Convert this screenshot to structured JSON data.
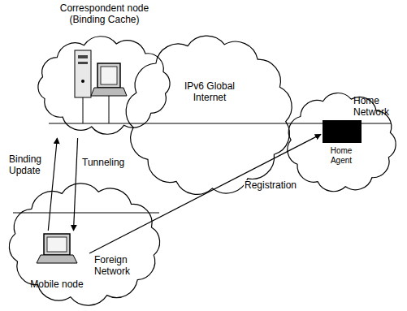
{
  "diagram": {
    "nodes": [
      {
        "text": [
          "Correspondent node (Binding Cache)"
        ]
      },
      {
        "text": [
          "IPv6 Global Internet"
        ]
      },
      {
        "text": [
          "Home Network"
        ]
      },
      {
        "text": [
          "Home Agent"
        ],
        "in": 2
      },
      {
        "text": [
          "Foreign Network"
        ]
      },
      {
        "text": [
          "Mobile node"
        ],
        "in": 4
      }
    ],
    "edges": [
      {
        "from": 5,
        "to": 0,
        "label": "Binding Update",
        "arrow": "to"
      },
      {
        "from": 0,
        "to": 5,
        "label": "Tunneling",
        "arrow": "to"
      },
      {
        "from": 5,
        "to": 3,
        "label": "Registration",
        "arrow": "to"
      }
    ]
  }
}
